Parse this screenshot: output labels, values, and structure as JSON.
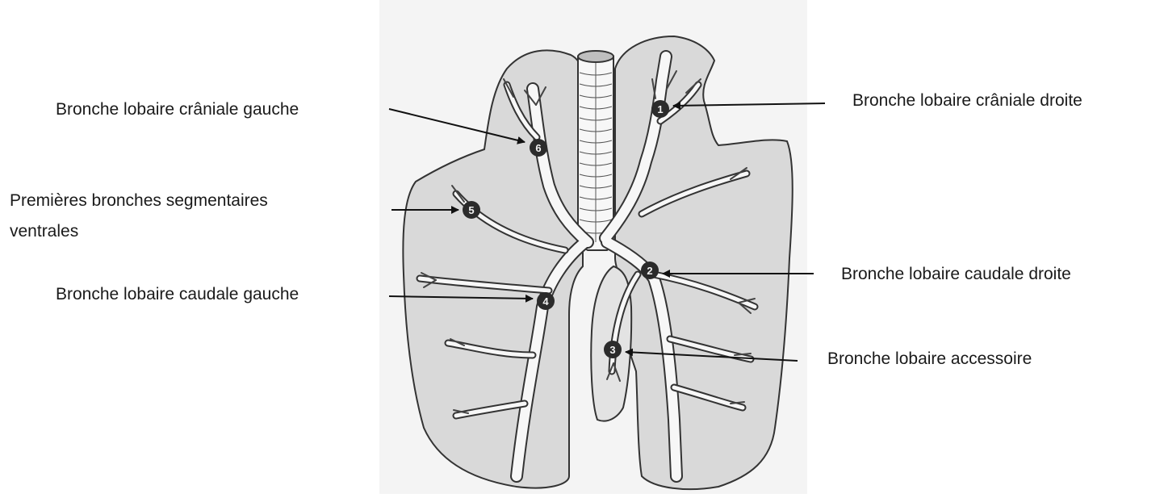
{
  "labels": {
    "bronche_cr_gauche": "Bronche lobaire crâniale gauche",
    "premieres_segmentaires_l1": "Premières bronches segmentaires",
    "premieres_segmentaires_l2": "ventrales",
    "bronche_caud_gauche": "Bronche lobaire caudale gauche",
    "bronche_cr_droite": "Bronche lobaire crâniale droite",
    "bronche_caud_droite": "Bronche lobaire caudale droite",
    "bronche_accessoire": "Bronche lobaire accessoire"
  },
  "markers": {
    "m1": "1",
    "m2": "2",
    "m3": "3",
    "m4": "4",
    "m5": "5",
    "m6": "6"
  },
  "colors": {
    "lung_fill": "#d9d9d9",
    "bronchus_fill": "#f7f7f7",
    "outline": "#333333",
    "marker_fill": "#2b2b2b"
  }
}
